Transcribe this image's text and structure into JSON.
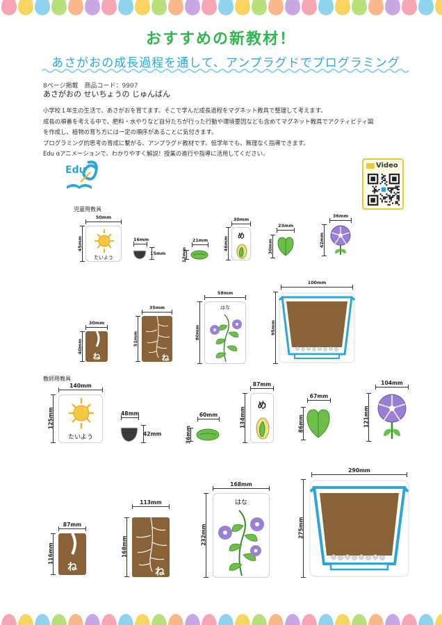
{
  "header": {
    "title": "おすすめの新教材！",
    "subtitle": "あさがおの成長過程を通して、アンプラグドでプログラミング"
  },
  "product": {
    "meta": "8ページ掲載　商品コード：9907",
    "name": "あさがおの せいちょうの じゅんばん"
  },
  "description": [
    "小学校１年生の生活で、あさがおを育てます。そこで学んだ成長過程をマグネット教具で整理して考えます。",
    "成長の順番を考える中で、肥料・水やりなど自分たちが行った行動や環境要因なども含めてマグネット教具でアクティビティ図",
    "を作成し、植物の育ち方には一定の順序があることに気付きます。",
    "プログラミング的思考の育成に繋がる、アンプラグド教材です。低学年でも、無理なく指導できます。",
    "Edu αアニメーションで、わかりやすく解説！授業の進行や指導に活用してください。"
  ],
  "logo": {
    "text": "Edu"
  },
  "video": {
    "label": "Video"
  },
  "colors": {
    "title": "#2db84c",
    "subtitle": "#2aa7d8",
    "soil": "#8a6238",
    "leaf": "#6cc04a",
    "flower": "#9b7fd4",
    "sun": "#f2b61d",
    "video_frame": "#e8c93a"
  },
  "eggs": [
    "#f6a5b5",
    "#f7d560",
    "#8fd3ee",
    "#b7e07a",
    "#f9b98a",
    "#c9a7e6",
    "#f6a5b5",
    "#8fd3ee",
    "#f7d560",
    "#b7e07a",
    "#f9b98a",
    "#c9a7e6",
    "#f6a5b5",
    "#8fd3ee",
    "#f7d560",
    "#b7e07a",
    "#f9b98a",
    "#c9a7e6",
    "#f6a5b5",
    "#8fd3ee",
    "#f7d560",
    "#b7e07a",
    "#f9b98a",
    "#c9a7e6",
    "#f6a5b5",
    "#8fd3ee",
    "#f7d560"
  ],
  "student": {
    "label": "児童用教具",
    "sun": {
      "w": "50mm",
      "h": "45mm",
      "text": "たいよう"
    },
    "seed": {
      "w": "16mm",
      "h": "15mm"
    },
    "leaf_small": {
      "w": "21mm",
      "h": "12mm"
    },
    "sprout": {
      "w": "30mm",
      "h": "46mm",
      "text": "め"
    },
    "leaf_heart": {
      "w": "23mm",
      "h": "30mm"
    },
    "flower": {
      "w": "36mm",
      "h": "42mm"
    },
    "root_small": {
      "w": "30mm",
      "h": "40mm",
      "text": "ね"
    },
    "root_big": {
      "w": "35mm",
      "h": "51mm",
      "text": "ね"
    },
    "vine": {
      "w": "58mm",
      "h": "80mm",
      "text": "はな"
    },
    "pot": {
      "w": "100mm",
      "h": "95mm"
    }
  },
  "teacher": {
    "label": "教師用教具",
    "sun": {
      "w": "140mm",
      "h": "125mm",
      "text": "たいよう"
    },
    "seed": {
      "w": "48mm",
      "h": "42mm"
    },
    "leaf_small": {
      "w": "60mm",
      "h": "36mm"
    },
    "sprout": {
      "w": "87mm",
      "h": "134mm",
      "text": "め"
    },
    "leaf_heart": {
      "w": "67mm",
      "h": "86mm"
    },
    "flower": {
      "w": "104mm",
      "h": "121mm"
    },
    "root_small": {
      "w": "87mm",
      "h": "116mm",
      "text": "ね"
    },
    "root_big": {
      "w": "113mm",
      "h": "168mm",
      "text": "ね"
    },
    "vine": {
      "w": "168mm",
      "h": "232mm",
      "text": "はな"
    },
    "pot": {
      "w": "290mm",
      "h": "275mm"
    }
  }
}
